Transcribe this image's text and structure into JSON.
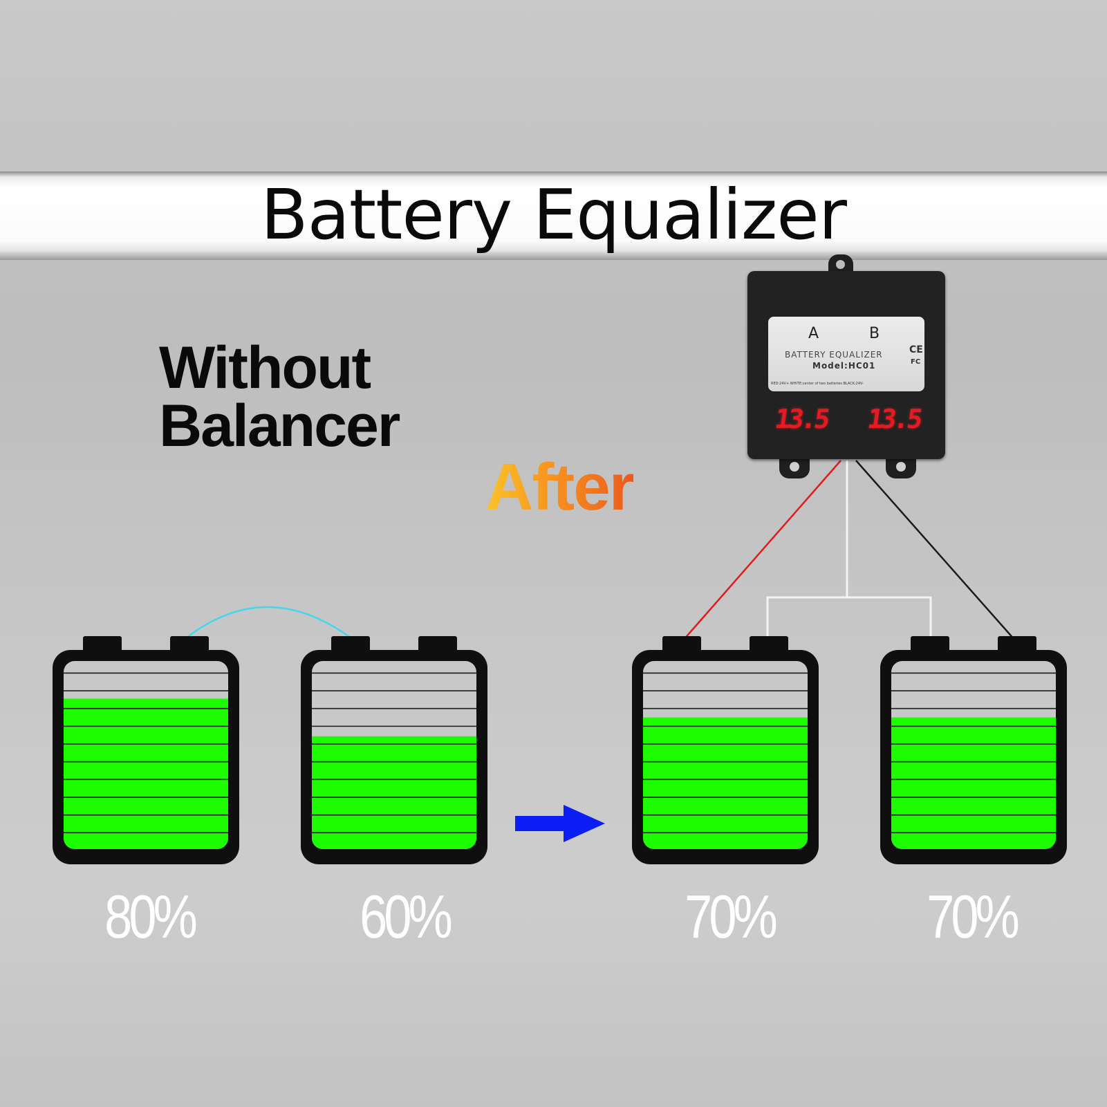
{
  "title": "Battery Equalizer",
  "without_label": [
    "Without",
    "Balancer"
  ],
  "after_label": "After",
  "equalizer": {
    "label_a": "A",
    "label_b": "B",
    "name": "BATTERY EQUALIZER",
    "model": "Model:HC01",
    "ce_mark": "CE",
    "fc_mark": "FC",
    "wiring_note": "RED:24V+ WHITE:center of two batteries BLACK:24V-",
    "display_a": "13.5",
    "display_b": "13.5"
  },
  "batteries": [
    {
      "id": "left-1",
      "percent_label": "80%",
      "charge": 0.8
    },
    {
      "id": "left-2",
      "percent_label": "60%",
      "charge": 0.6
    },
    {
      "id": "right-1",
      "percent_label": "70%",
      "charge": 0.7
    },
    {
      "id": "right-2",
      "percent_label": "70%",
      "charge": 0.7
    }
  ],
  "colors": {
    "charge_fill": "#1efc00",
    "empty_fill": "#c8c8c8",
    "battery_case": "#0f0f0f",
    "arrow": "#0a1ef5",
    "wire_red": "#e01b1b",
    "wire_black": "#1a1a1a",
    "wire_white": "#f4f4f4",
    "wire_cyan": "#44d6ec",
    "display_red": "#e51b23"
  }
}
